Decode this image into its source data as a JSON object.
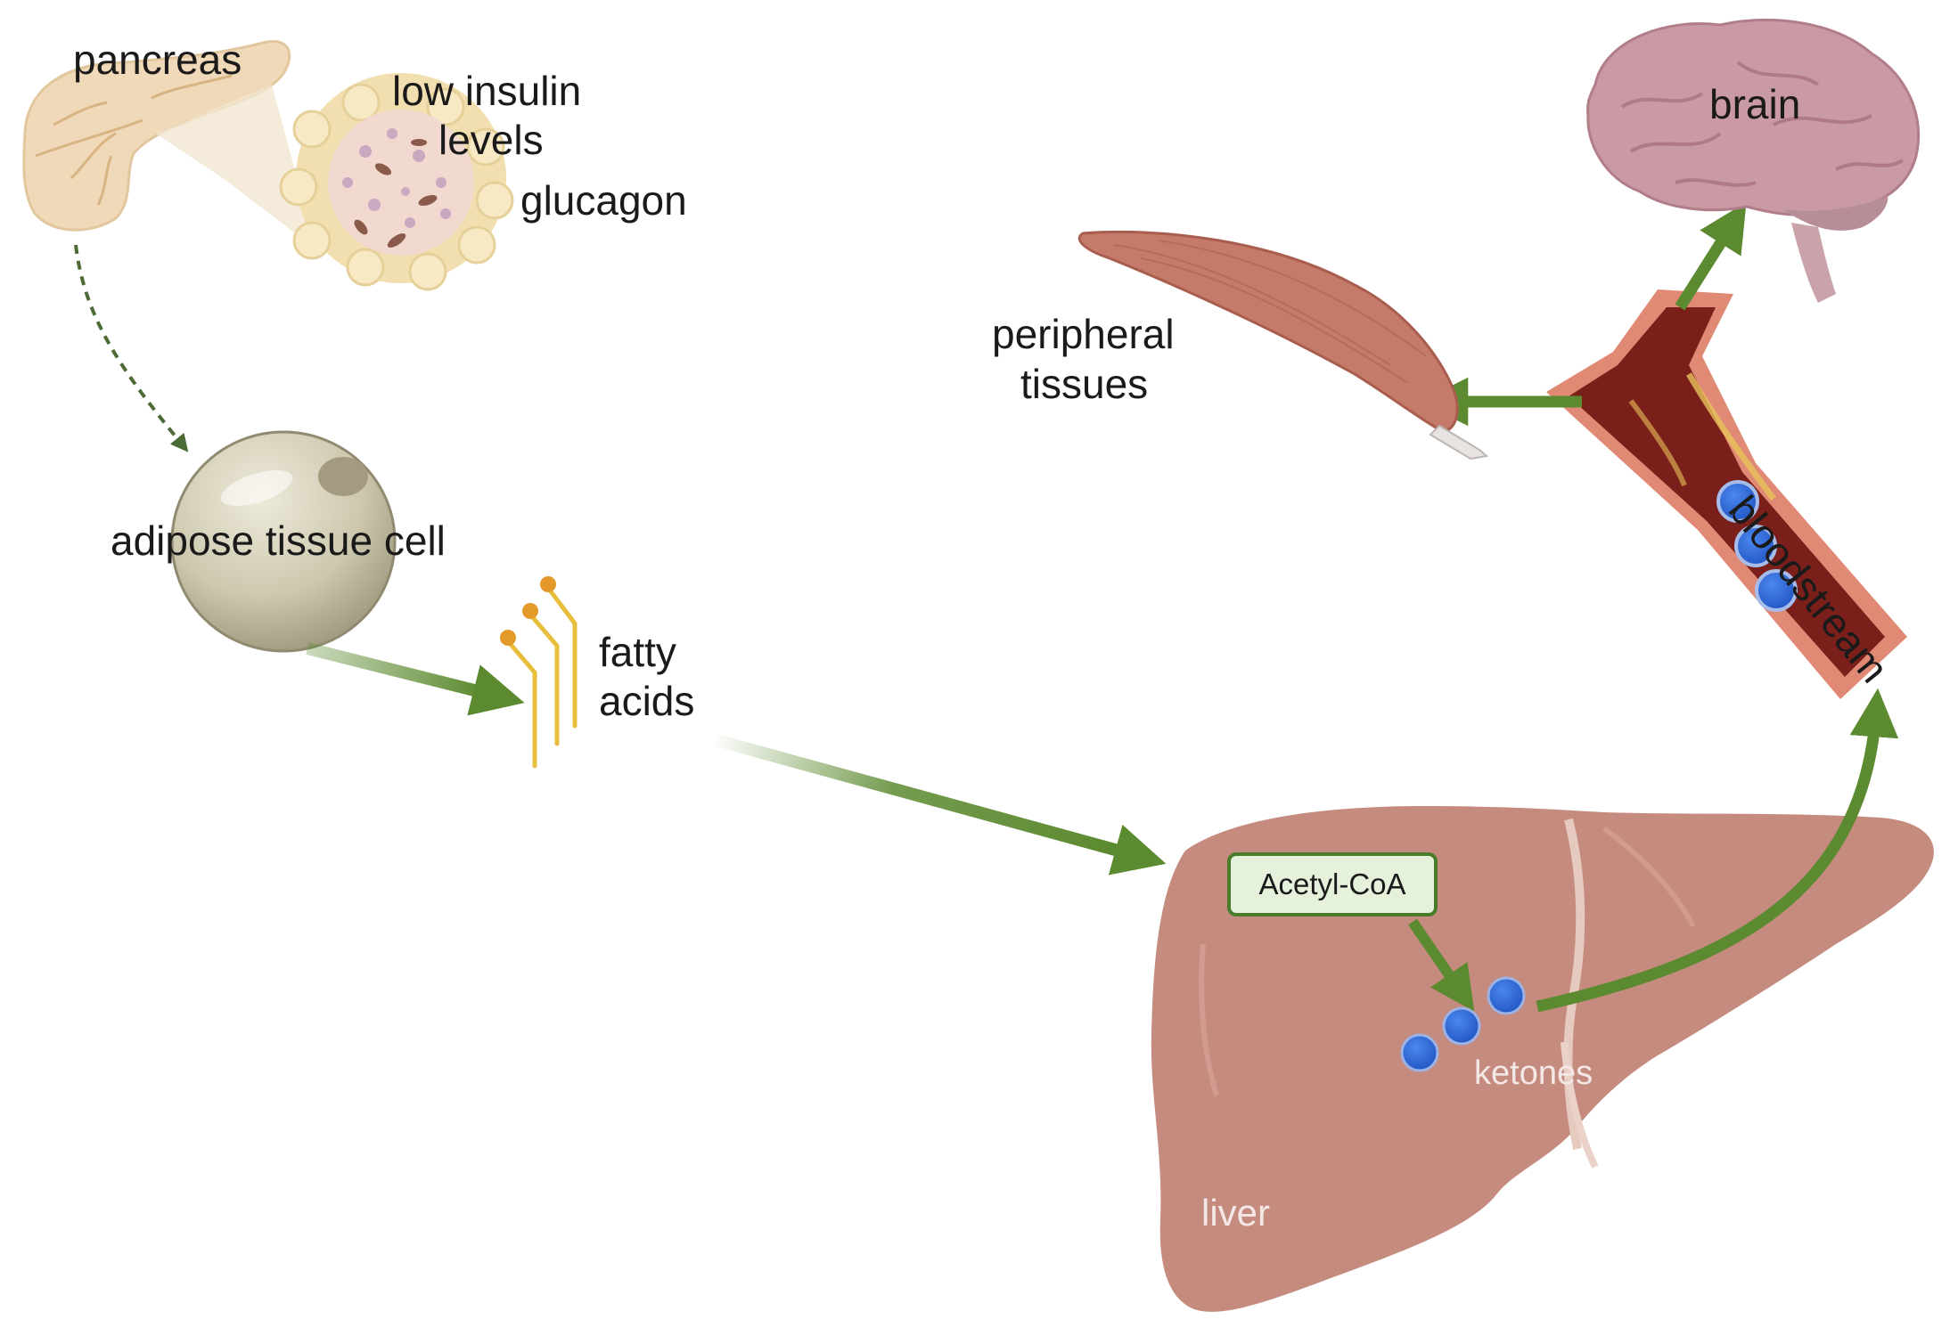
{
  "labels": {
    "pancreas": "pancreas",
    "low_insulin": "low insulin",
    "levels": "levels",
    "glucagon": "glucagon",
    "brain": "brain",
    "peripheral": "peripheral",
    "tissues": "tissues",
    "bloodstream": "bloodstream",
    "adipose": "adipose tissue cell",
    "fatty": "fatty",
    "acids": "acids",
    "acetyl_coa": "Acetyl-CoA",
    "ketones": "ketones",
    "liver": "liver"
  },
  "colors": {
    "arrow": "#5c8a30",
    "liver": "#c58b7e",
    "ketone": "#2f6bd8",
    "vessel_wall": "#d9735e",
    "vessel_lumen": "#7a1f1a",
    "pancreas": "#efd9b8",
    "brain": "#c99aa3",
    "muscle": "#c57a6a",
    "adipose": "#c9c4aa"
  }
}
